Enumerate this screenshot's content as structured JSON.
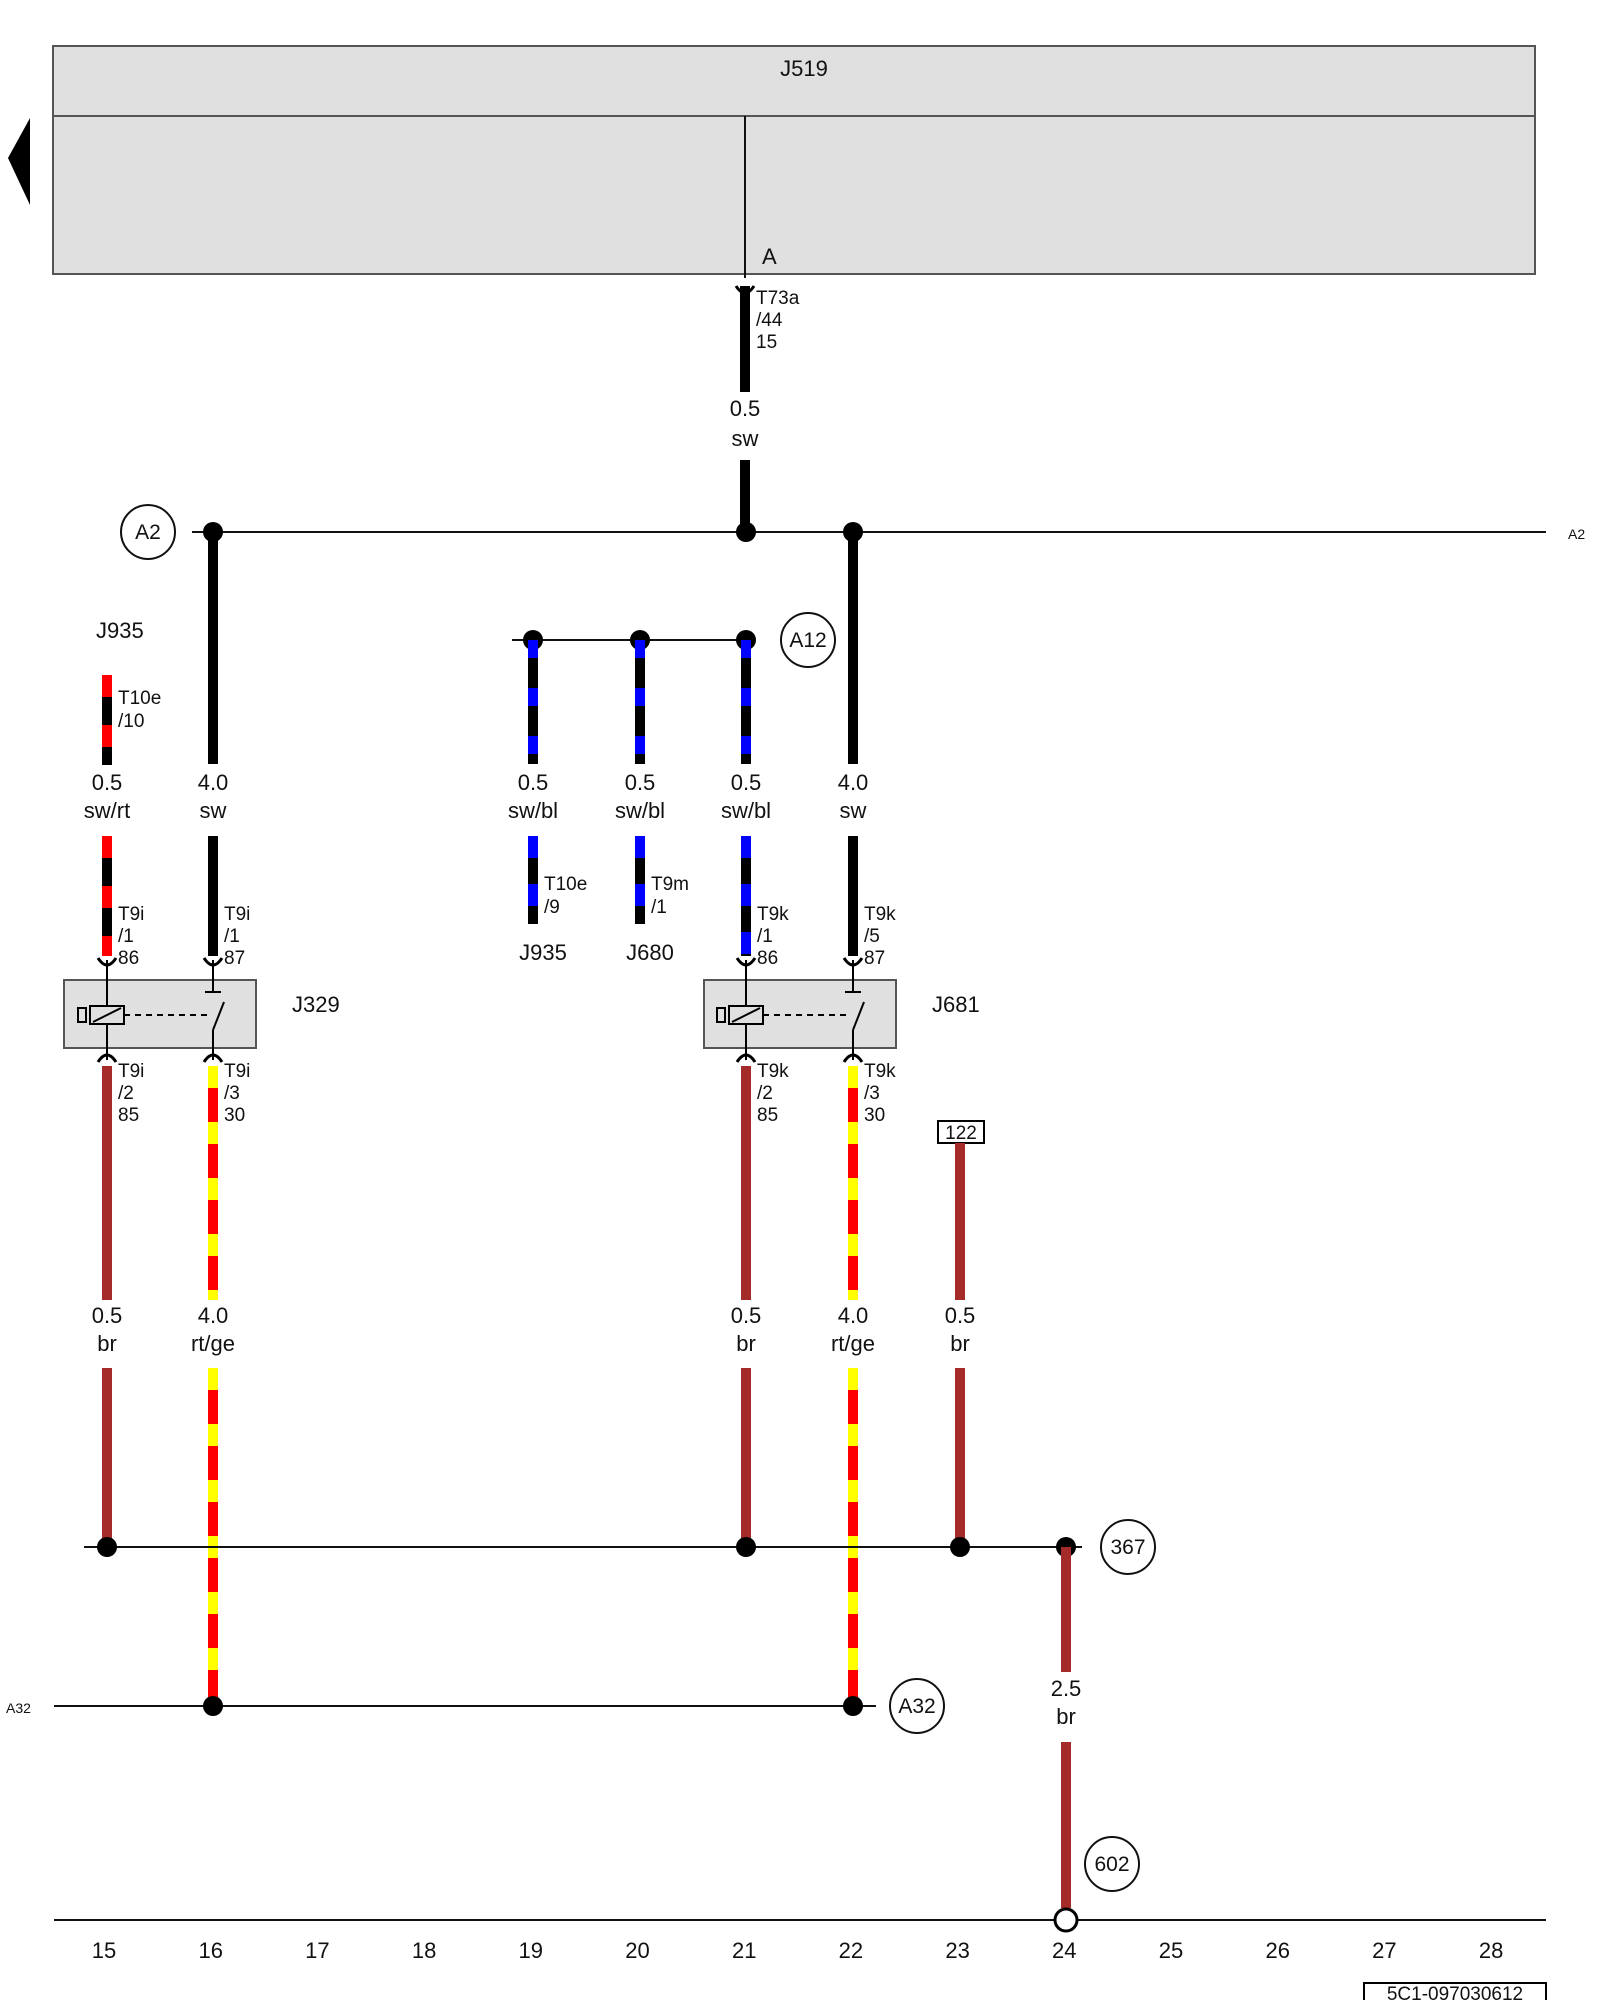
{
  "control_unit": {
    "name": "J519",
    "pin": "A"
  },
  "busbars": {
    "a2": "A2",
    "a32": "A32",
    "a12": "A12"
  },
  "relays": {
    "j329": {
      "name": "J329",
      "pins": {
        "p86": {
          "conn": "T9i",
          "pin": "/1",
          "term": "86"
        },
        "p87": {
          "conn": "T9i",
          "pin": "/1",
          "term": "87"
        },
        "p85": {
          "conn": "T9i",
          "pin": "/2",
          "term": "85"
        },
        "p30": {
          "conn": "T9i",
          "pin": "/3",
          "term": "30"
        }
      }
    },
    "j681": {
      "name": "J681",
      "pins": {
        "p86": {
          "conn": "T9k",
          "pin": "/1",
          "term": "86"
        },
        "p87": {
          "conn": "T9k",
          "pin": "/5",
          "term": "87"
        },
        "p85": {
          "conn": "T9k",
          "pin": "/2",
          "term": "85"
        },
        "p30": {
          "conn": "T9k",
          "pin": "/3",
          "term": "30"
        }
      }
    }
  },
  "connectors": {
    "t73a": {
      "conn": "T73a",
      "pin": "/44",
      "term": "15"
    },
    "t10e_10": {
      "conn": "T10e",
      "pin": "/10"
    },
    "t10e_9": {
      "conn": "T10e",
      "pin": "/9"
    },
    "t9m_1": {
      "conn": "T9m",
      "pin": "/1"
    }
  },
  "components": {
    "j935_top": "J935",
    "j935_bottom": "J935",
    "j680": "J680"
  },
  "wires": {
    "w_feed": {
      "size": "0.5",
      "color": "sw"
    },
    "w_c15": {
      "size": "0.5",
      "color": "sw/rt"
    },
    "w_c16": {
      "size": "4.0",
      "color": "sw"
    },
    "w_c19": {
      "size": "0.5",
      "color": "sw/bl"
    },
    "w_c20": {
      "size": "0.5",
      "color": "sw/bl"
    },
    "w_c21": {
      "size": "0.5",
      "color": "sw/bl"
    },
    "w_c22": {
      "size": "4.0",
      "color": "sw"
    },
    "w_b15": {
      "size": "0.5",
      "color": "br"
    },
    "w_b16": {
      "size": "4.0",
      "color": "rt/ge"
    },
    "w_b21": {
      "size": "0.5",
      "color": "br"
    },
    "w_b22": {
      "size": "4.0",
      "color": "rt/ge"
    },
    "w_b23": {
      "size": "0.5",
      "color": "br"
    },
    "w_ground": {
      "size": "2.5",
      "color": "br"
    }
  },
  "ground_points": {
    "g367": "367",
    "g602": "602"
  },
  "ref_box": "122",
  "columns": [
    "15",
    "16",
    "17",
    "18",
    "19",
    "20",
    "21",
    "22",
    "23",
    "24",
    "25",
    "26",
    "27",
    "28"
  ],
  "document_id": "5C1-097030612",
  "colors": {
    "sw": "#000000",
    "rt": "#ff0000",
    "bl": "#0000ff",
    "ge": "#ffff00",
    "br": "#a52a2a",
    "panel": "#e0e0e0"
  }
}
